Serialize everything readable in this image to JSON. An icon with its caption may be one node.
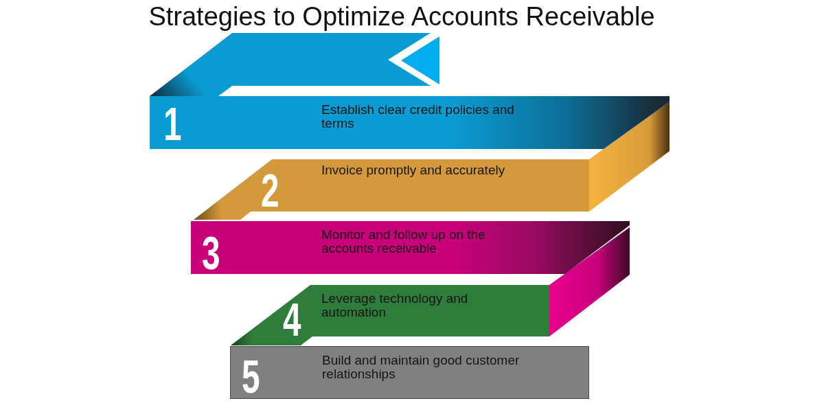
{
  "diagram": {
    "title": "Strategies to Optimize Accounts Receivable",
    "nodes": [
      {
        "text": [
          "1",
          "Establish clear credit policies and terms"
        ]
      },
      {
        "text": [
          "2",
          "Invoice promptly and accurately"
        ]
      },
      {
        "text": [
          "3",
          "Monitor and follow up on the accounts receivable"
        ]
      },
      {
        "text": [
          "4",
          "Leverage technology and automation"
        ]
      },
      {
        "text": [
          "5",
          "Build and maintain good customer relationships"
        ]
      }
    ]
  }
}
